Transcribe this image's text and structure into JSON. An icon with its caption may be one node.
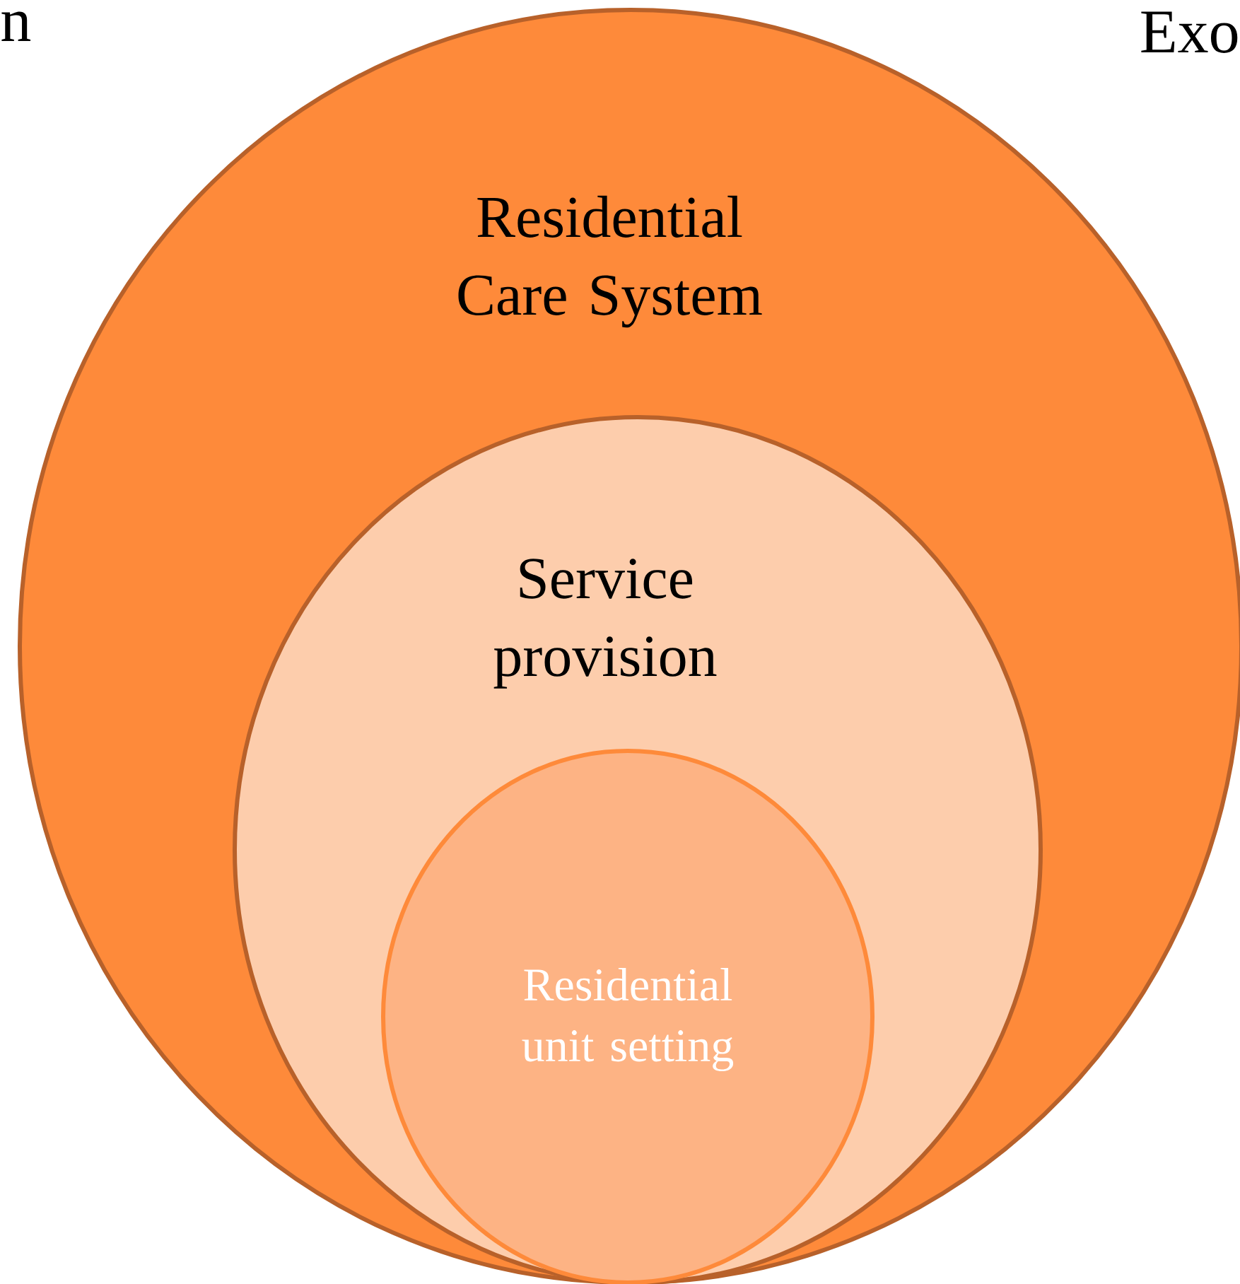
{
  "diagram": {
    "nodes": [
      {
        "text": [
          "Residential Care System"
        ]
      },
      {
        "text": [
          "Service provision"
        ],
        "in": 0
      },
      {
        "text": [
          "Residential unit setting"
        ],
        "in": 1
      }
    ],
    "labels": [
      "n",
      "Exo"
    ]
  }
}
